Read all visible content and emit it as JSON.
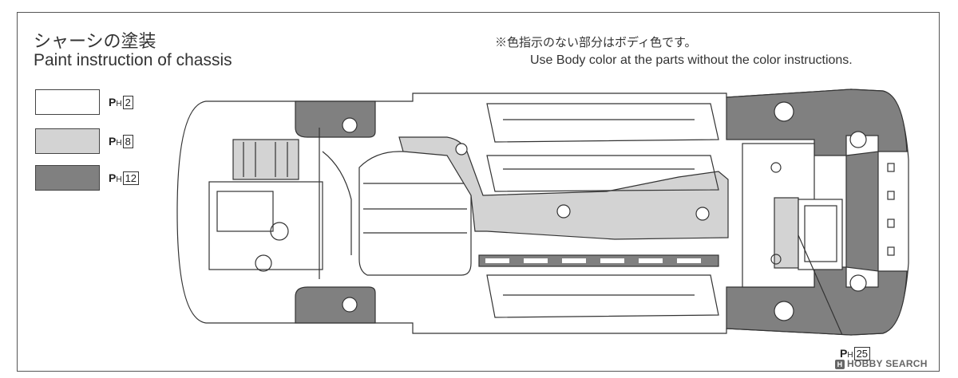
{
  "title": {
    "ja": "シャーシの塗装",
    "en": "Paint instruction of chassis"
  },
  "note": {
    "ja": "※色指示のない部分はボディ色です。",
    "en": "Use Body color at the parts without the color instructions."
  },
  "legend": [
    {
      "code_prefix": "P",
      "code_sub": "H",
      "code_num": "2",
      "color": "#ffffff"
    },
    {
      "code_prefix": "P",
      "code_sub": "H",
      "code_num": "8",
      "color": "#d3d3d3"
    },
    {
      "code_prefix": "P",
      "code_sub": "H",
      "code_num": "12",
      "color": "#808080"
    }
  ],
  "callout": {
    "code_prefix": "P",
    "code_sub": "H",
    "code_num": "25"
  },
  "watermark": {
    "mark": "H",
    "text": "HOBBY SEARCH"
  },
  "colors": {
    "white": "#ffffff",
    "light_gray": "#d3d3d3",
    "dark_gray": "#808080",
    "line": "#333333"
  }
}
